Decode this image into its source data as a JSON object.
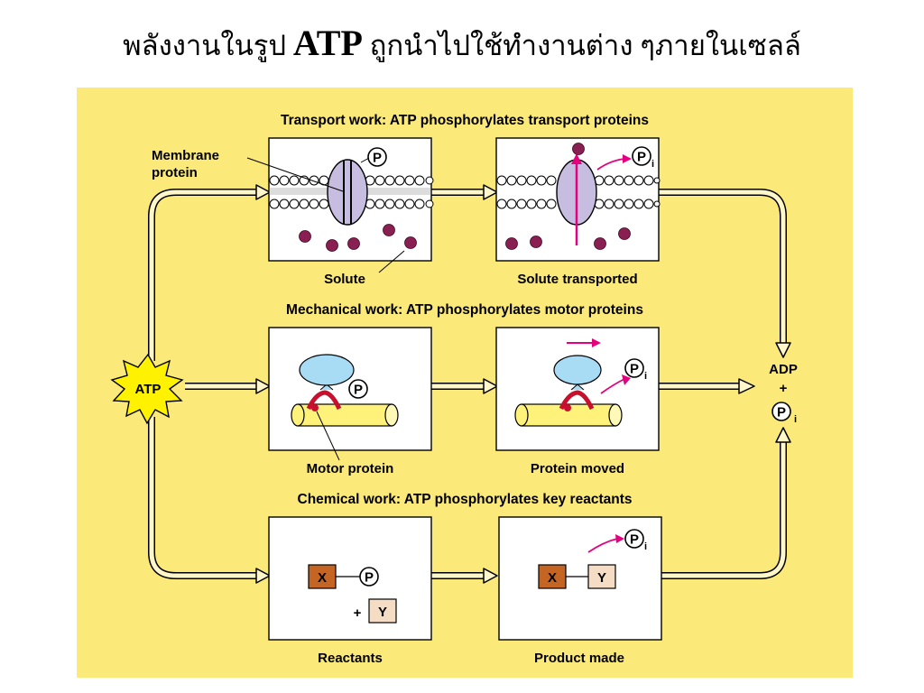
{
  "title": {
    "before": "พลังงานในรูป",
    "highlight": "ATP",
    "after": "ถูกนำไปใช้ทำงานต่าง ๆภายในเซลล์"
  },
  "colors": {
    "panel_bg": "#fbe97a",
    "arrow_fill": "#fff7c9",
    "box_bg": "#ffffff",
    "solute": "#8a1f52",
    "membrane_head": "#ffffff",
    "protein": "#c7bde0",
    "motor_head": "#a8dcf5",
    "motor_neck": "#c8102e",
    "track": "#fff27a",
    "x_box": "#c46524",
    "y_box": "#f5dcc4",
    "move_arrow": "#e5007e",
    "atp_star": "#fff200"
  },
  "diagram": {
    "atp_label": "ATP",
    "output": {
      "line1": "ADP",
      "line2": "+",
      "pi": "P",
      "pi_sub": "i"
    },
    "phosphate": {
      "symbol": "P",
      "sub": "i"
    },
    "transport": {
      "heading": "Transport work: ATP phosphorylates transport proteins",
      "membrane_label_1": "Membrane",
      "membrane_label_2": "protein",
      "left_caption": "Solute",
      "right_caption": "Solute transported"
    },
    "mechanical": {
      "heading": "Mechanical work: ATP phosphorylates motor proteins",
      "left_caption": "Motor protein",
      "right_caption": "Protein moved"
    },
    "chemical": {
      "heading": "Chemical work: ATP phosphorylates key reactants",
      "x": "X",
      "y": "Y",
      "plus": "+",
      "left_caption": "Reactants",
      "right_caption": "Product made"
    }
  }
}
